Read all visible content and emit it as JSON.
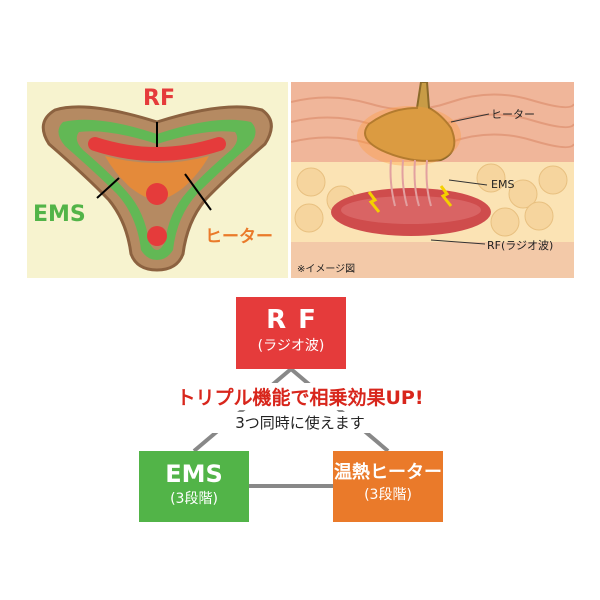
{
  "left_diagram": {
    "label_rf": "RF",
    "label_ems": "EMS",
    "label_heater": "ヒーター",
    "colors": {
      "rf": "#e53b3b",
      "ems": "#52b448",
      "heater": "#ea7a2a",
      "body": "#a67c52"
    }
  },
  "right_diagram": {
    "label_heater": "ヒーター",
    "label_ems": "EMS",
    "label_rf": "RF(ラジオ波)",
    "note": "※イメージ図"
  },
  "functions": {
    "rf": {
      "title": "RF",
      "subtitle": "(ラジオ波)"
    },
    "ems": {
      "title": "EMS",
      "subtitle": "(3段階)"
    },
    "heater": {
      "title": "温熱ヒーター",
      "subtitle": "(3段階)"
    }
  },
  "headline": "トリプル機能で相乗効果UP!",
  "subheadline": "3つ同時に使えます"
}
